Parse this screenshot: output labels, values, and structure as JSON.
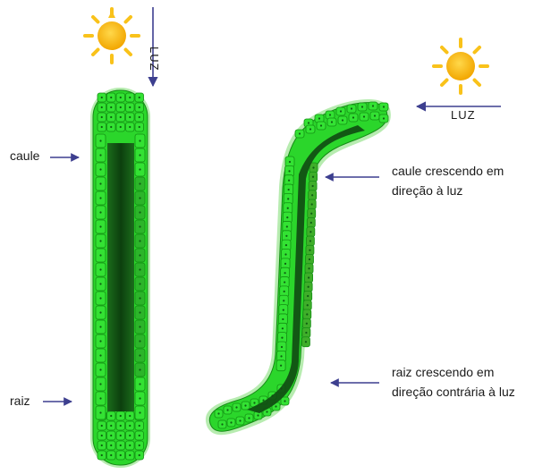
{
  "labels": {
    "luz_top": "LUZ",
    "luz_right": "LUZ",
    "caule": "caule",
    "raiz": "raiz",
    "caule_luz_line1": "caule crescendo em",
    "caule_luz_line2": "direção à luz",
    "raiz_luz_line1": "raiz crescendo em",
    "raiz_luz_line2": "direção contrária à luz"
  },
  "colors": {
    "cell_fill": "#33e233",
    "cell_border": "#138f13",
    "core_dark": "#0e4a10",
    "core_mid": "#1f7a1d",
    "brown_cells": "#5a7a22",
    "outline": "#a6e6a0",
    "arrow": "#3d3f8f",
    "sun_body": "#f7b500",
    "sun_rays": "#f9c21a"
  },
  "icons": [
    "sun-icon",
    "sun-icon"
  ]
}
